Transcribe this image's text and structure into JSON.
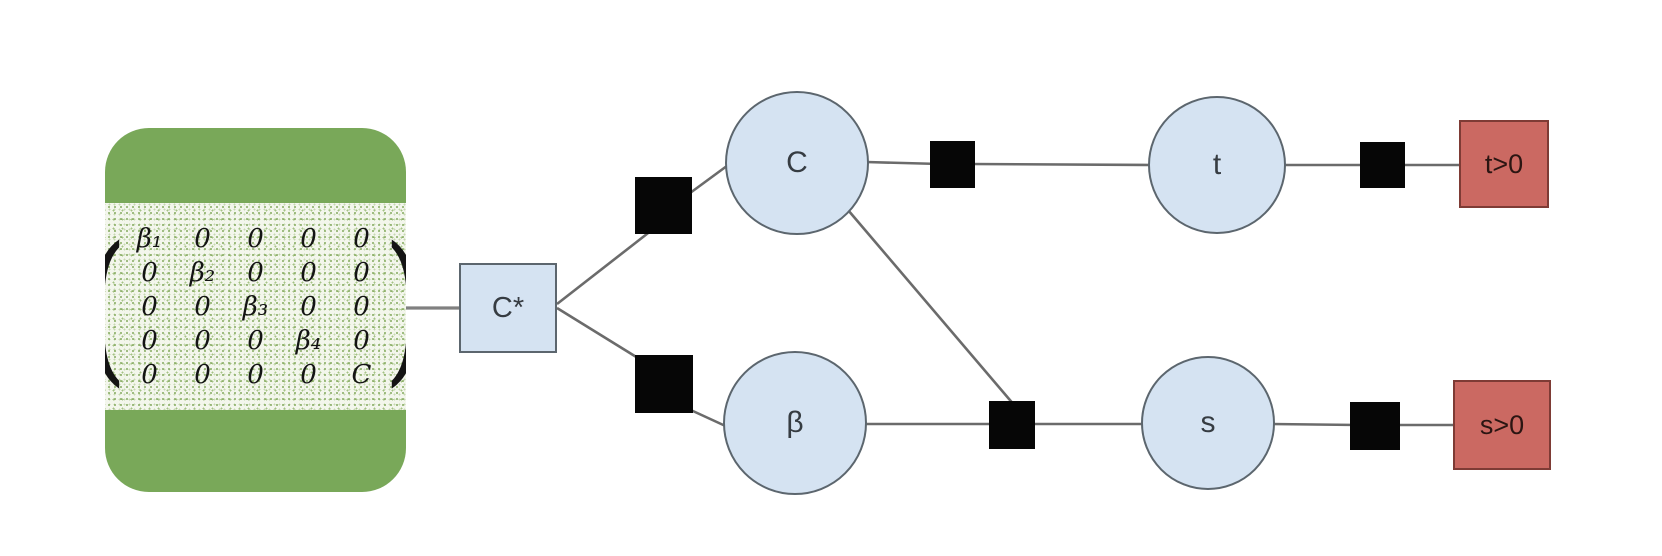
{
  "diagram": {
    "matrix_panel": {
      "left_paren": "(",
      "right_paren": ")",
      "rows": [
        [
          "β₁",
          "0",
          "0",
          "0",
          "0"
        ],
        [
          "0",
          "β₂",
          "0",
          "0",
          "0"
        ],
        [
          "0",
          "0",
          "β₃",
          "0",
          "0"
        ],
        [
          "0",
          "0",
          "0",
          "β₄",
          "0"
        ],
        [
          "0",
          "0",
          "0",
          "0",
          "C"
        ]
      ]
    },
    "nodes": {
      "cstar": "C*",
      "c": "C",
      "beta": "β",
      "t": "t",
      "s": "s"
    },
    "constraints": {
      "t": "t>0",
      "s": "s>0"
    },
    "colors": {
      "panel_green": "#79a859",
      "panel_speckle_bg": "#f3f6ec",
      "variable_fill": "#d5e3f2",
      "variable_border": "#5c666e",
      "factor_black": "#060606",
      "constraint_fill": "#cb6962",
      "constraint_border": "#7e3b35",
      "edge_gray": "#6b6b6b"
    }
  }
}
